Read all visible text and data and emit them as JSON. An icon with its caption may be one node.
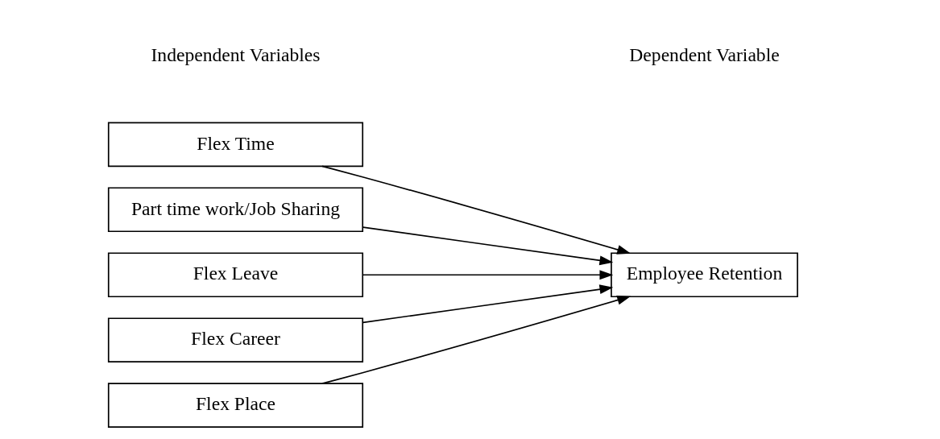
{
  "diagram": {
    "nodes": [
      {
        "text": [
          "Flex Time"
        ]
      },
      {
        "text": [
          "Part time work/Job Sharing"
        ]
      },
      {
        "text": [
          "Flex Leave"
        ]
      },
      {
        "text": [
          "Flex Career"
        ]
      },
      {
        "text": [
          "Flex Place"
        ]
      },
      {
        "text": [
          "Employee Retention"
        ]
      }
    ],
    "edges": [
      {
        "from": 0,
        "to": 5,
        "arrow": "to"
      },
      {
        "from": 1,
        "to": 5,
        "arrow": "to"
      },
      {
        "from": 2,
        "to": 5,
        "arrow": "to"
      },
      {
        "from": 3,
        "to": 5,
        "arrow": "to"
      },
      {
        "from": 4,
        "to": 5,
        "arrow": "to"
      }
    ],
    "labels": [
      "Independent Variables",
      "Dependent Variable"
    ]
  }
}
